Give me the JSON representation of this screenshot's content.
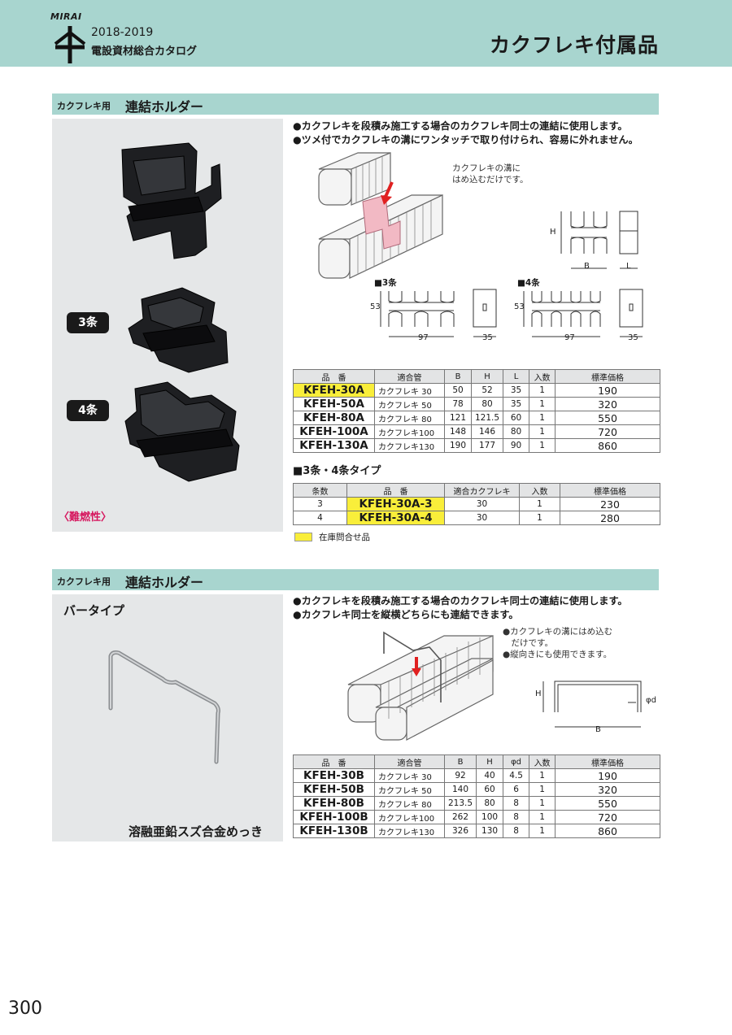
{
  "header": {
    "logo_text": "MIRAI",
    "catalog_year": "2018-2019",
    "catalog_title": "電設資材総合カタログ",
    "page_title": "カクフレキ付属品"
  },
  "section1": {
    "label_small": "カクフレキ用",
    "label_big": "連結ホルダー",
    "badge_3": "3条",
    "badge_4": "4条",
    "flame": "〈難燃性〉",
    "bullets": [
      "●カクフレキを段積み施工する場合のカクフレキ同士の連結に使用します。",
      "●ツメ付でカクフレキの溝にワンタッチで取り付けられ、容易に外れません。"
    ],
    "note": [
      "カクフレキの溝に",
      "はめ込むだけです。"
    ],
    "dims": {
      "H": "H",
      "B": "B",
      "L": "L",
      "d53": "53",
      "d97": "97",
      "d35": "35"
    },
    "sub_3": "■3条",
    "sub_4": "■4条",
    "table1": {
      "headers": [
        "品　番",
        "適合管",
        "B",
        "H",
        "L",
        "入数",
        "標準価格"
      ],
      "rows": [
        {
          "pn": "KFEH-30A",
          "pipe": "カクフレキ 30",
          "b": "50",
          "h": "52",
          "l": "35",
          "qty": "1",
          "price": "190",
          "stock": true
        },
        {
          "pn": "KFEH-50A",
          "pipe": "カクフレキ 50",
          "b": "78",
          "h": "80",
          "l": "35",
          "qty": "1",
          "price": "320",
          "stock": false
        },
        {
          "pn": "KFEH-80A",
          "pipe": "カクフレキ 80",
          "b": "121",
          "h": "121.5",
          "l": "60",
          "qty": "1",
          "price": "550",
          "stock": false
        },
        {
          "pn": "KFEH-100A",
          "pipe": "カクフレキ100",
          "b": "148",
          "h": "146",
          "l": "80",
          "qty": "1",
          "price": "720",
          "stock": false
        },
        {
          "pn": "KFEH-130A",
          "pipe": "カクフレキ130",
          "b": "190",
          "h": "177",
          "l": "90",
          "qty": "1",
          "price": "860",
          "stock": false
        }
      ]
    },
    "sub_heading": "■3条・4条タイプ",
    "table2": {
      "headers": [
        "条数",
        "品　番",
        "適合カクフレキ",
        "入数",
        "標準価格"
      ],
      "rows": [
        {
          "jo": "3",
          "pn": "KFEH-30A-3",
          "pipe": "30",
          "qty": "1",
          "price": "230"
        },
        {
          "jo": "4",
          "pn": "KFEH-30A-4",
          "pipe": "30",
          "qty": "1",
          "price": "280"
        }
      ]
    },
    "legend": "在庫問合せ品"
  },
  "section2": {
    "label_small": "カクフレキ用",
    "label_big": "連結ホルダー",
    "bar_type": "バータイプ",
    "plating": "溶融亜鉛スズ合金めっき",
    "bullets": [
      "●カクフレキを段積み施工する場合のカクフレキ同士の連結に使用します。",
      "●カクフレキ同士を縦横どちらにも連結できます。"
    ],
    "notes": [
      "●カクフレキの溝にはめ込む",
      "　だけです。",
      "●縦向きにも使用できます。"
    ],
    "dims": {
      "H": "H",
      "B": "B",
      "d": "φd"
    },
    "table": {
      "headers": [
        "品　番",
        "適合管",
        "B",
        "H",
        "φd",
        "入数",
        "標準価格"
      ],
      "rows": [
        {
          "pn": "KFEH-30B",
          "pipe": "カクフレキ 30",
          "b": "92",
          "h": "40",
          "d": "4.5",
          "qty": "1",
          "price": "190"
        },
        {
          "pn": "KFEH-50B",
          "pipe": "カクフレキ 50",
          "b": "140",
          "h": "60",
          "d": "6",
          "qty": "1",
          "price": "320"
        },
        {
          "pn": "KFEH-80B",
          "pipe": "カクフレキ 80",
          "b": "213.5",
          "h": "80",
          "d": "8",
          "qty": "1",
          "price": "550"
        },
        {
          "pn": "KFEH-100B",
          "pipe": "カクフレキ100",
          "b": "262",
          "h": "100",
          "d": "8",
          "qty": "1",
          "price": "720"
        },
        {
          "pn": "KFEH-130B",
          "pipe": "カクフレキ130",
          "b": "326",
          "h": "130",
          "d": "8",
          "qty": "1",
          "price": "860"
        }
      ]
    }
  },
  "page_number": "300",
  "colors": {
    "band": "#a8d5cf",
    "highlight": "#f9ee3a",
    "flame": "#d6155d",
    "arrow": "#e02020",
    "clip": "#f2b9c4"
  }
}
